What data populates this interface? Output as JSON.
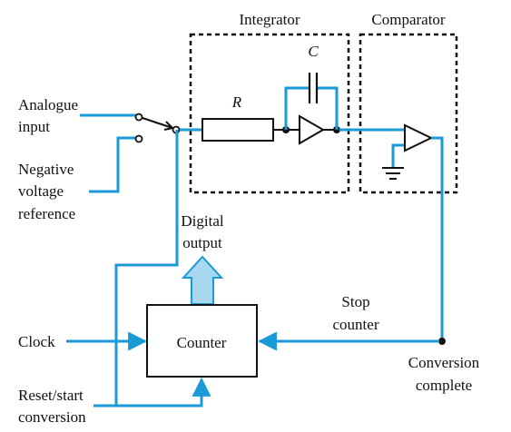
{
  "labels": {
    "integrator": "Integrator",
    "comparator": "Comparator",
    "capacitor": "C",
    "resistor": "R",
    "analogue_input_1": "Analogue",
    "analogue_input_2": "input",
    "negative_ref_1": "Negative",
    "negative_ref_2": "voltage",
    "negative_ref_3": "reference",
    "digital_output_1": "Digital",
    "digital_output_2": "output",
    "clock": "Clock",
    "counter": "Counter",
    "stop_counter_1": "Stop",
    "stop_counter_2": "counter",
    "conversion_complete_1": "Conversion",
    "conversion_complete_2": "complete",
    "reset_start_1": "Reset/start",
    "reset_start_2": "conversion"
  },
  "colors": {
    "wire": "#1a9ad6",
    "arrow_fill": "#a8d8ef",
    "ink": "#111111"
  }
}
